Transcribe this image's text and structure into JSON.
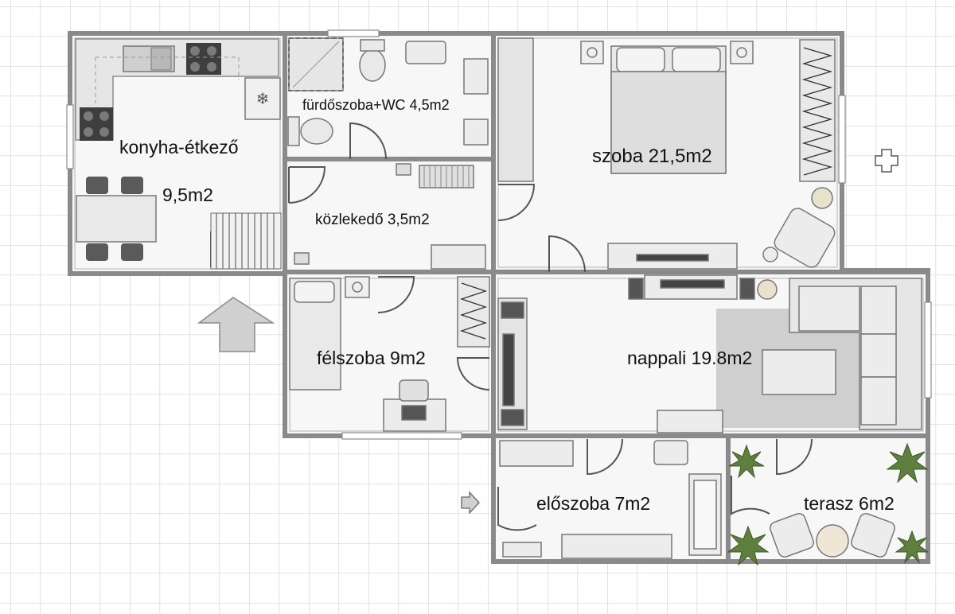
{
  "plan": {
    "rooms": [
      {
        "id": "konyha",
        "name": "konyha-étkező"
      },
      {
        "id": "konyha-area",
        "name": "9,5m2"
      },
      {
        "id": "furdo",
        "name": "fürdőszoba+WC 4,5m2"
      },
      {
        "id": "kozlekedo",
        "name": "közlekedő 3,5m2"
      },
      {
        "id": "szoba",
        "name": "szoba 21,5m2"
      },
      {
        "id": "felszoba",
        "name": "félszoba 9m2"
      },
      {
        "id": "nappali",
        "name": "nappali 19.8m2"
      },
      {
        "id": "eloszoba",
        "name": "előszoba 7m2"
      },
      {
        "id": "terasz",
        "name": "terasz 6m2"
      }
    ]
  },
  "colors": {
    "grid": "#d3d3d3",
    "wall": "#8a8a8a",
    "floor": "#f6f6f6",
    "furniture": "#e2e2e2",
    "dark_furniture": "#4a4a4a",
    "rug": "#cfcfcf",
    "plant": "#5f7f3f",
    "entrance_arrow": "#d0d0d0"
  },
  "icons": [
    "entrance-arrow-icon",
    "compass-cross-icon",
    "small-entry-arrow-icon"
  ]
}
